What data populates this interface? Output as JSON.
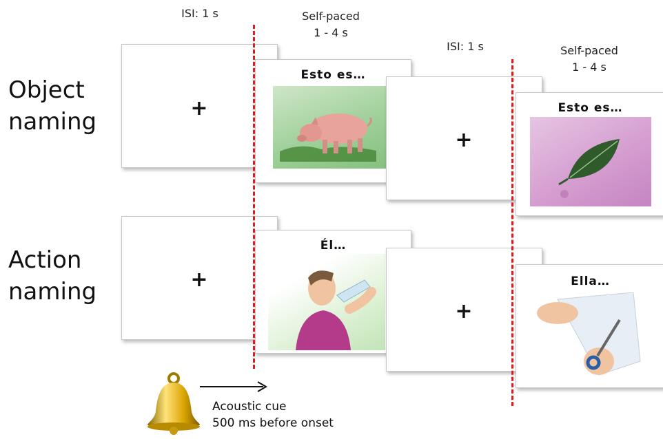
{
  "headers": {
    "isi_1": "ISI: 1 s",
    "self_paced_1": "Self-paced",
    "self_paced_1_range": "1 - 4 s",
    "isi_2": "ISI: 1 s",
    "self_paced_2": "Self-paced",
    "self_paced_2_range": "1 - 4 s"
  },
  "rows": {
    "object": {
      "line1": "Object",
      "line2": "naming"
    },
    "action": {
      "line1": "Action",
      "line2": "naming"
    }
  },
  "fixation": "+",
  "prompts": {
    "object_1": "Esto es…",
    "object_2": "Esto es…",
    "action_1": "Él…",
    "action_2": "Ella…"
  },
  "cue": {
    "line1": "Acoustic cue",
    "line2": "500 ms before onset"
  },
  "colors": {
    "divider": "#e01b1b",
    "bell": "#d9a400"
  }
}
